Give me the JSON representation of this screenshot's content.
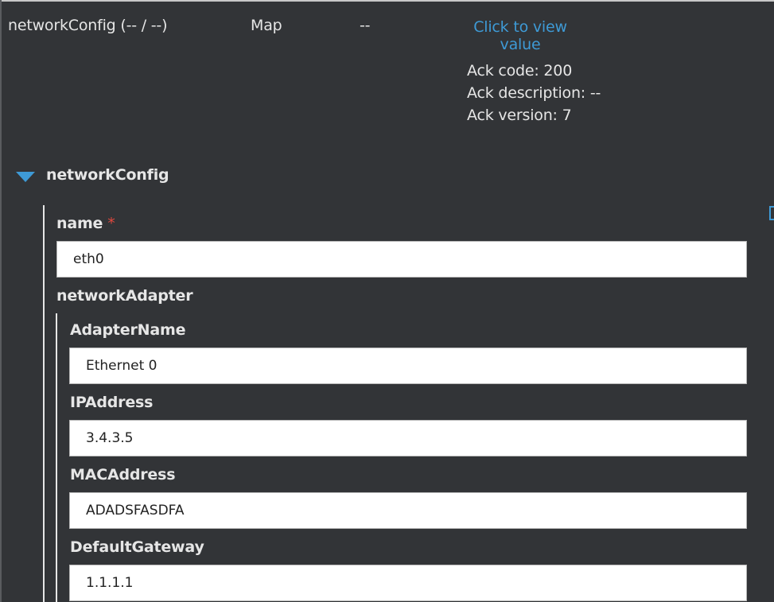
{
  "summary": {
    "name": "networkConfig (-- / --)",
    "type": "Map",
    "value": "--",
    "view_link": "Click to view value",
    "ack_code": "Ack code: 200",
    "ack_description": "Ack description: --",
    "ack_version": "Ack version: 7"
  },
  "section": {
    "title": "networkConfig"
  },
  "fields": {
    "name": {
      "label": "name",
      "required_marker": "*",
      "value": "eth0"
    },
    "network_adapter": {
      "label": "networkAdapter"
    },
    "adapter_name": {
      "label": "AdapterName",
      "value": "Ethernet 0"
    },
    "ip_address": {
      "label": "IPAddress",
      "value": "3.4.3.5"
    },
    "mac_address": {
      "label": "MACAddress",
      "value": "ADADSFASDFA"
    },
    "default_gateway": {
      "label": "DefaultGateway",
      "value": "1.1.1.1"
    }
  },
  "colors": {
    "background": "#323437",
    "accent": "#3e9ad6",
    "required": "#e0483e"
  },
  "icons": {
    "section_toggle": "expanded-triangle-icon",
    "edge": "bracket-icon"
  }
}
